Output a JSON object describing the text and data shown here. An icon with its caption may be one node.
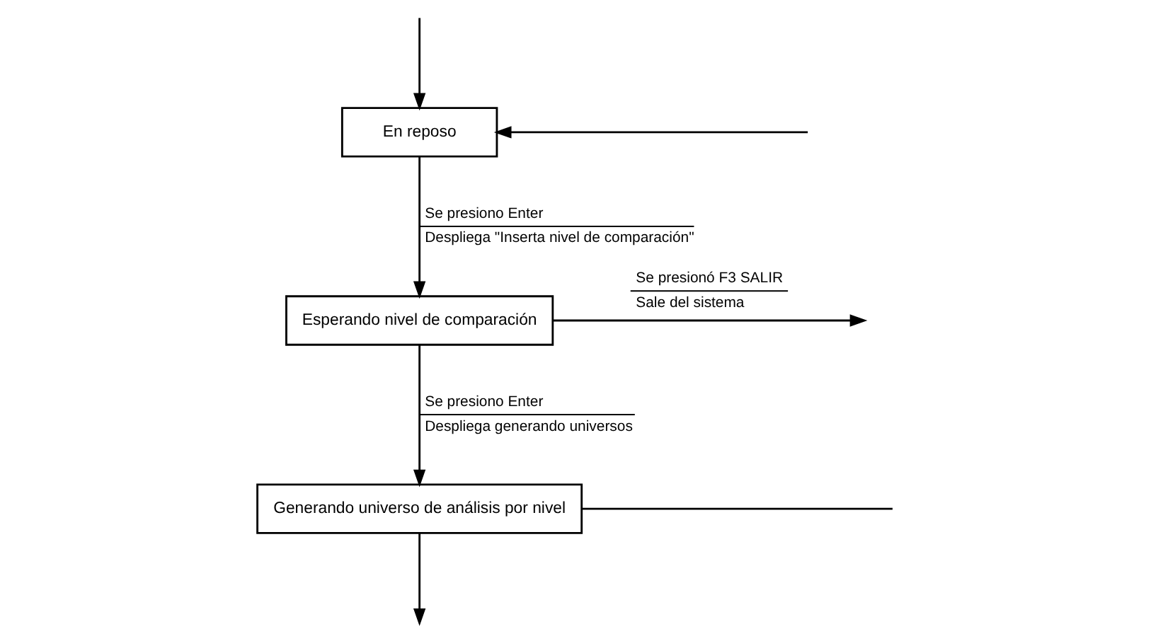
{
  "diagram": {
    "nodes": [
      {
        "text": [
          "En reposo"
        ]
      },
      {
        "text": [
          "Esperando nivel de comparación"
        ]
      },
      {
        "text": [
          "Generando universo de análisis por nivel"
        ]
      }
    ],
    "edges": [
      {
        "from": null,
        "to": 0,
        "arrow": "to"
      },
      {
        "from": null,
        "to": 0,
        "arrow": "to"
      },
      {
        "from": 0,
        "to": 1,
        "arrow": "to",
        "label": "Se presiono Enter"
      },
      {
        "from": 1,
        "to": null,
        "arrow": "to",
        "label": "Se presionó F3 SALIR"
      },
      {
        "from": 1,
        "to": 2,
        "arrow": "to",
        "label": "Se presiono Enter"
      },
      {
        "from": 2,
        "to": null,
        "arrow": "none"
      },
      {
        "from": 2,
        "to": null,
        "arrow": "to"
      }
    ],
    "labels": [
      "Despliega \"Inserta nivel de comparación\"",
      "Sale del sistema",
      "Despliega generando universos"
    ]
  }
}
